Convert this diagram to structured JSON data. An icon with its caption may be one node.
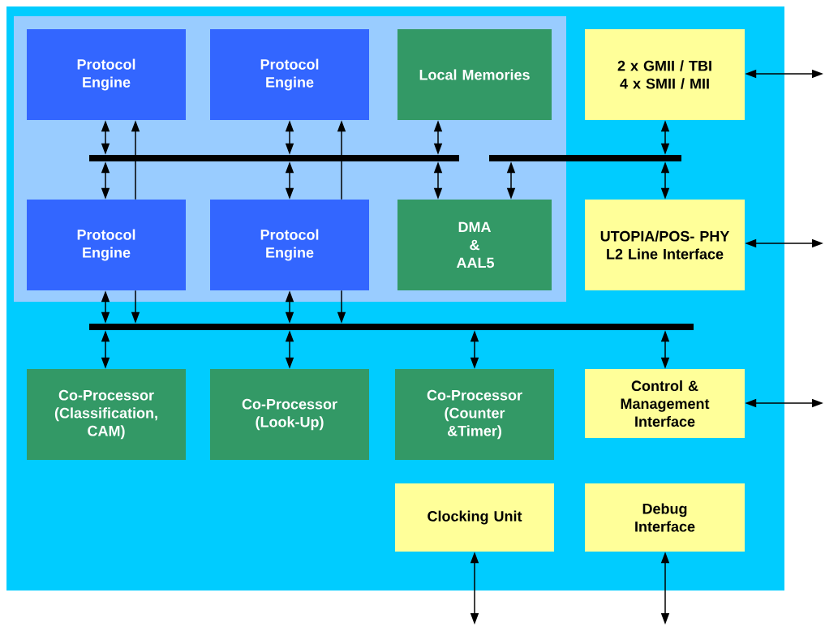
{
  "diagram": {
    "nodes": [
      {
        "text": [],
        "shape": "box"
      },
      {
        "text": [],
        "shape": "box",
        "in": 0
      },
      {
        "text": [
          "Protocol Engine"
        ],
        "in": 1
      },
      {
        "text": [
          "Protocol Engine"
        ],
        "in": 1
      },
      {
        "text": [
          "Local Memories"
        ],
        "in": 1
      },
      {
        "text": [
          "2 x GMII / TBI 4 x SMII / MII"
        ],
        "in": 0
      },
      {
        "text": [],
        "shape": "bar",
        "in": 1
      },
      {
        "text": [],
        "shape": "bar",
        "in": 0
      },
      {
        "text": [
          "Protocol Engine"
        ],
        "in": 1
      },
      {
        "text": [
          "Protocol Engine"
        ],
        "in": 1
      },
      {
        "text": [
          "DMA & AAL5"
        ],
        "in": 1
      },
      {
        "text": [
          "UTOPIA/POS- PHY L2 Line Interface"
        ],
        "in": 0
      },
      {
        "text": [],
        "shape": "bar",
        "in": 0
      },
      {
        "text": [
          "Co-Processor (Classification, CAM)"
        ],
        "in": 0
      },
      {
        "text": [
          "Co-Processor (Look-Up)"
        ],
        "in": 0
      },
      {
        "text": [
          "Co-Processor (Counter &Timer)"
        ],
        "in": 0
      },
      {
        "text": [
          "Control & Management Interface"
        ],
        "in": 0
      },
      {
        "text": [
          "Clocking Unit"
        ],
        "in": 0
      },
      {
        "text": [
          "Debug Interface"
        ],
        "in": 0
      }
    ],
    "edges": [
      {
        "from": 2,
        "to": 6,
        "arrow": "both"
      },
      {
        "from": 6,
        "to": 8,
        "arrow": "both"
      },
      {
        "from": 8,
        "to": 2,
        "arrow": "to"
      },
      {
        "from": 3,
        "to": 6,
        "arrow": "both"
      },
      {
        "from": 6,
        "to": 9,
        "arrow": "both"
      },
      {
        "from": 9,
        "to": 3,
        "arrow": "to"
      },
      {
        "from": 4,
        "to": 6,
        "arrow": "both"
      },
      {
        "from": 6,
        "to": 10,
        "arrow": "both"
      },
      {
        "from": 7,
        "to": 10,
        "arrow": "both"
      },
      {
        "from": 5,
        "to": 7,
        "arrow": "both"
      },
      {
        "from": 7,
        "to": 11,
        "arrow": "both"
      },
      {
        "from": 8,
        "to": 12,
        "arrow": "both"
      },
      {
        "from": 8,
        "to": 12,
        "arrow": "to"
      },
      {
        "from": 9,
        "to": 12,
        "arrow": "both"
      },
      {
        "from": 9,
        "to": 12,
        "arrow": "to"
      },
      {
        "from": 12,
        "to": 13,
        "arrow": "both"
      },
      {
        "from": 12,
        "to": 14,
        "arrow": "both"
      },
      {
        "from": 12,
        "to": 15,
        "arrow": "both"
      },
      {
        "from": 12,
        "to": 16,
        "arrow": "both"
      },
      {
        "from": 5,
        "to": null,
        "arrow": "both"
      },
      {
        "from": 11,
        "to": null,
        "arrow": "both"
      },
      {
        "from": 16,
        "to": null,
        "arrow": "both"
      },
      {
        "from": 17,
        "to": null,
        "arrow": "both"
      },
      {
        "from": 18,
        "to": null,
        "arrow": "both"
      }
    ]
  }
}
